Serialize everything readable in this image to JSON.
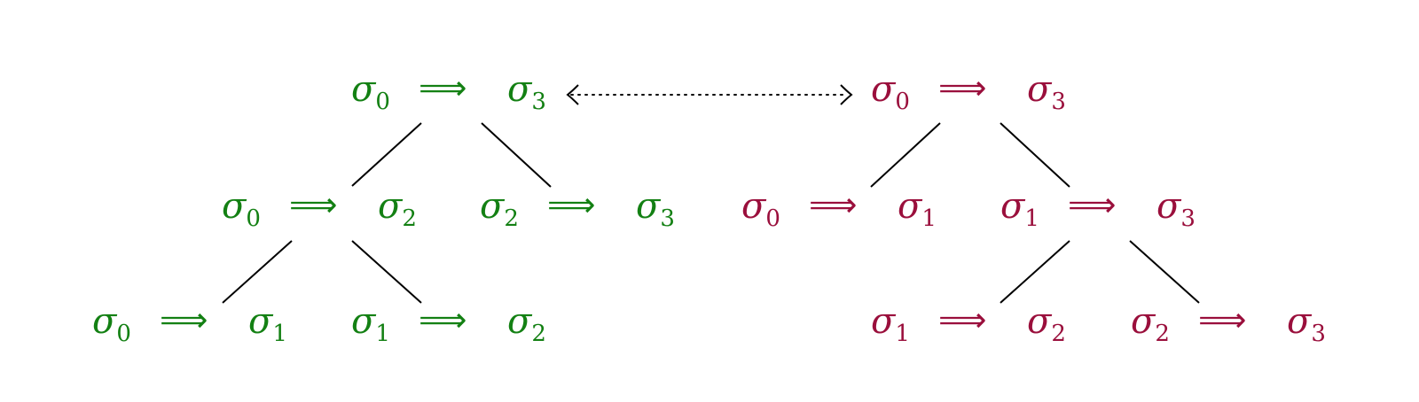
{
  "colors": {
    "left": "#138013",
    "right": "#9a0f3c",
    "edges": "#000000"
  },
  "symbols": {
    "sigma": "σ",
    "implies": "⟹"
  },
  "left_tree": {
    "root": {
      "from": "0",
      "to": "3"
    },
    "level1": [
      {
        "from": "0",
        "to": "2"
      },
      {
        "from": "2",
        "to": "3"
      }
    ],
    "level2": [
      {
        "from": "0",
        "to": "1"
      },
      {
        "from": "1",
        "to": "2"
      }
    ]
  },
  "right_tree": {
    "root": {
      "from": "0",
      "to": "3"
    },
    "level1": [
      {
        "from": "0",
        "to": "1"
      },
      {
        "from": "1",
        "to": "3"
      }
    ],
    "level2": [
      {
        "from": "1",
        "to": "2"
      },
      {
        "from": "2",
        "to": "3"
      }
    ]
  },
  "connector": {
    "style": "dotted",
    "direction": "bidirectional"
  }
}
